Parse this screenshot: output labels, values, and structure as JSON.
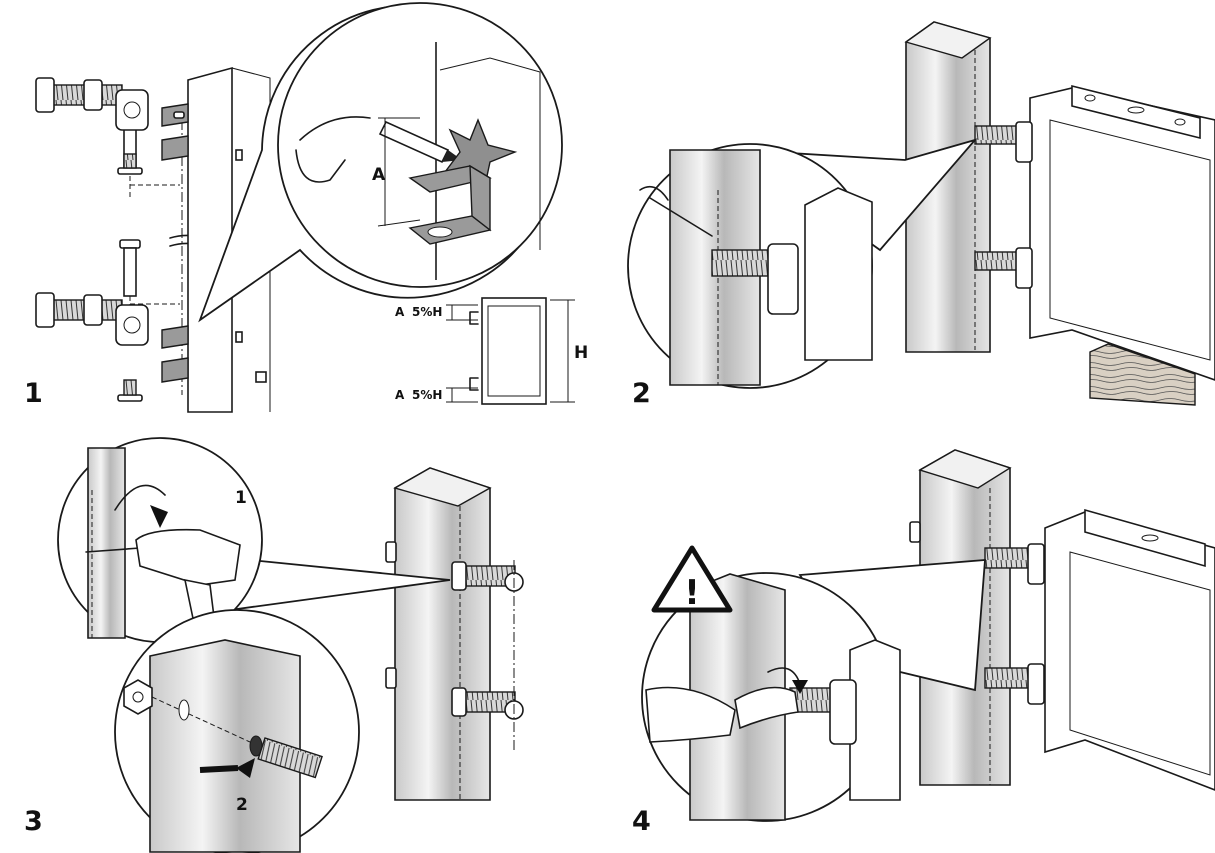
{
  "steps": [
    {
      "number": "1"
    },
    {
      "number": "2"
    },
    {
      "number": "3"
    },
    {
      "number": "4"
    }
  ],
  "step1": {
    "dim_a_detail": "A",
    "dim_a_top": "A",
    "dim_pct_top": "5%H",
    "dim_a_bottom": "A",
    "dim_pct_bottom": "5%H",
    "dim_h": "H"
  },
  "step3": {
    "sub1": "1",
    "sub2": "2"
  },
  "step4": {
    "warning_symbol": "!"
  }
}
